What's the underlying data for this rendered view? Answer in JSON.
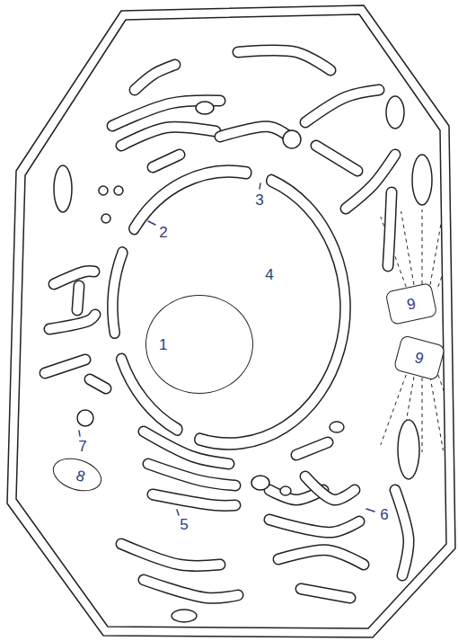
{
  "diagram": {
    "nodes": [
      {
        "text": [
          "9"
        ]
      },
      {
        "text": [
          "1"
        ]
      },
      {
        "text": [
          "9"
        ]
      },
      {
        "text": [
          "8"
        ]
      }
    ],
    "labels": [
      "3",
      "2",
      "4",
      "7",
      "5",
      "6"
    ]
  }
}
